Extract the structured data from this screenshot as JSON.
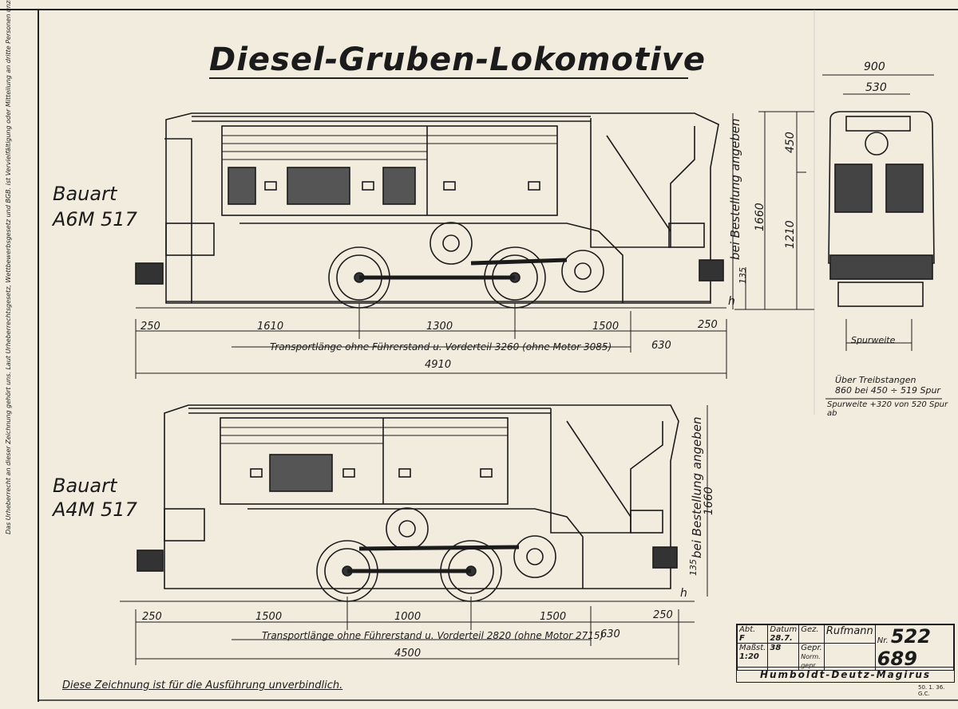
{
  "title": "Diesel-Gruben-Lokomotive",
  "top_loco": {
    "bauart_label": "Bauart",
    "model": "A6M 517",
    "dims_bottom": [
      "250",
      "1610",
      "1300",
      "1500",
      "250"
    ],
    "transport_text": "Transportlänge ohne Führerstand u. Vorderteil 3260 (ohne Motor 3085)",
    "transport_630": "630",
    "total_length": "4910",
    "height_note": "bei Bestellung angeben",
    "height_total": "1660",
    "height_450": "450",
    "height_1210": "1210",
    "height_h": "h",
    "height_135": "135"
  },
  "bottom_loco": {
    "bauart_label": "Bauart",
    "model": "A4M 517",
    "dims_bottom": [
      "250",
      "1500",
      "1000",
      "1500",
      "250"
    ],
    "transport_text": "Transportlänge ohne Führerstand u. Vorderteil 2820 (ohne Motor 2715)",
    "transport_630": "630",
    "total_length": "4500",
    "height_note": "bei Bestellung angeben",
    "height_total": "1660",
    "height_h": "h",
    "height_135": "135"
  },
  "front_view": {
    "width_900": "900",
    "width_530": "530",
    "spurweite": "Spurweite",
    "note1": "Über Treibstangen",
    "note2": "860 bei 450 ÷ 519 Spur",
    "note3": "Spurweite +320 von 520 Spur ab"
  },
  "side_note": "Das Urheberrecht an dieser Zeichnung gehört uns. Laut Urheberrechtsgesetz, Wettbewerbsgesetz und BGB. ist Vervielfältigung oder Mitteilung an dritte Personen unzulässig und strafbar.",
  "footer_note": "Diese Zeichnung ist für die Ausführung unverbindlich.",
  "title_block": {
    "abt_label": "Abt.",
    "abt_value": "F",
    "datum_label": "Datum",
    "datum_value": "28.7.",
    "gez_label": "Gez.",
    "gez_value": "Rufmann",
    "massst_label": "Maßst.",
    "massst_value": "1:20",
    "year_value": "38",
    "gepr_label": "Gepr.",
    "norm_label": "Norm. gepr.",
    "nr_label": "Nr.",
    "drawing_number": "522 689",
    "company": "Humboldt-Deutz-Magirus",
    "print_code": "50. 1. 36. G.C."
  },
  "colors": {
    "paper": "#f2ecdf",
    "ink": "#1b1b1b"
  }
}
